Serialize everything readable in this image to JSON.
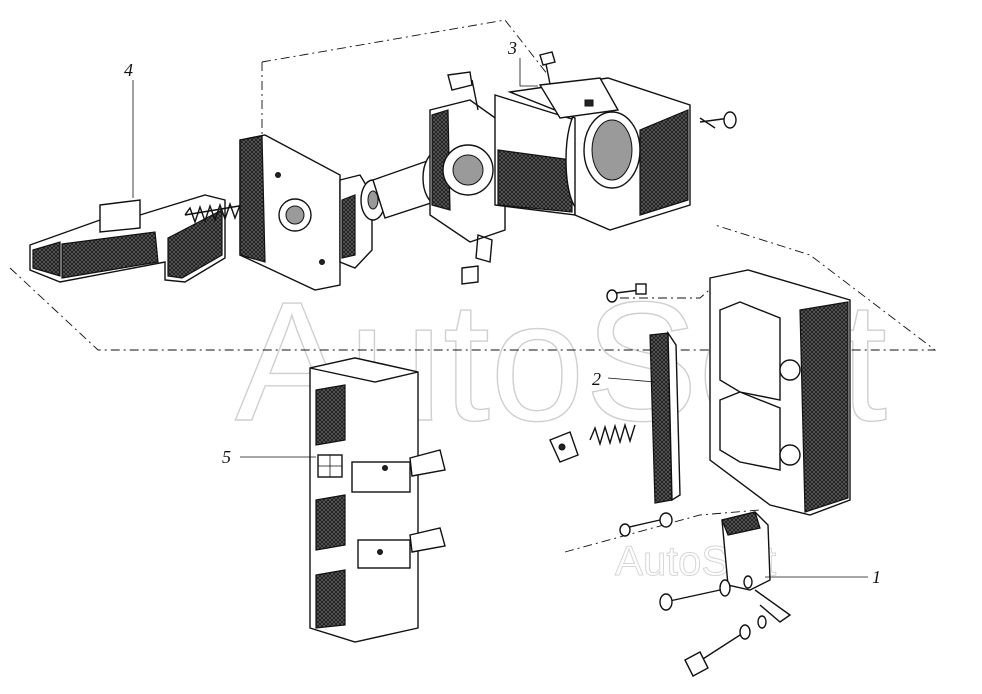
{
  "callouts": {
    "c1": "1",
    "c2": "2",
    "c3": "3",
    "c4": "4",
    "c5": "5"
  },
  "watermark": {
    "main": "AutoSoft",
    "small": "AutoSoft"
  }
}
